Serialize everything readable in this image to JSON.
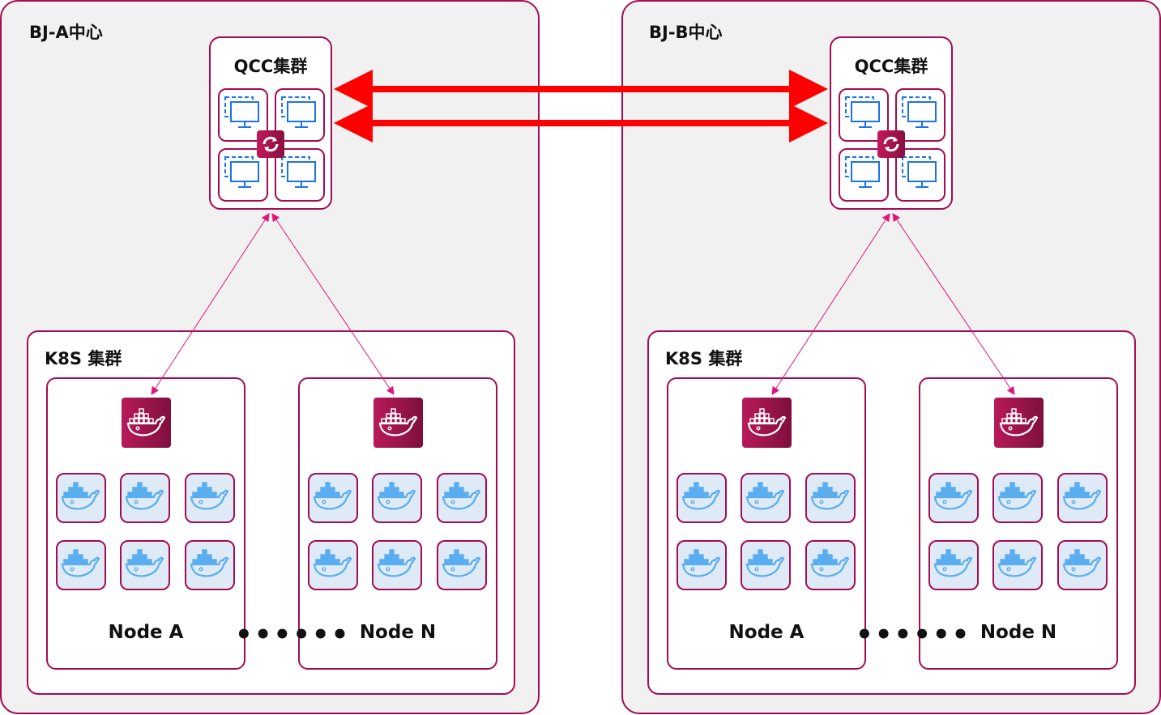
{
  "datacenters": [
    {
      "title": "BJ-A中心",
      "qcc": {
        "title": "QCC集群",
        "vm_icon": "monitor-icon",
        "sync_icon": "sync-icon"
      },
      "k8s": {
        "title": "K8S 集群",
        "nodes": [
          {
            "label": "Node A",
            "pod_count": 6
          },
          {
            "label": "Node N",
            "pod_count": 6
          }
        ],
        "ellipsis": "••••••"
      }
    },
    {
      "title": "BJ-B中心",
      "qcc": {
        "title": "QCC集群",
        "vm_icon": "monitor-icon",
        "sync_icon": "sync-icon"
      },
      "k8s": {
        "title": "K8S 集群",
        "nodes": [
          {
            "label": "Node A",
            "pod_count": 6
          },
          {
            "label": "Node N",
            "pod_count": 6
          }
        ],
        "ellipsis": "••••••"
      }
    }
  ],
  "links": {
    "inter_dc": {
      "count": 2,
      "style": "bidirectional",
      "color": "#ff0000"
    },
    "qcc_to_node": {
      "style": "bidirectional",
      "color": "#e0157a"
    }
  },
  "colors": {
    "border": "#a50b52",
    "dc_background": "#f1f1f1",
    "monitor_icon": "#1a73e8",
    "pod_background": "#dfeaf7",
    "pod_whale": "#5aaef0"
  }
}
